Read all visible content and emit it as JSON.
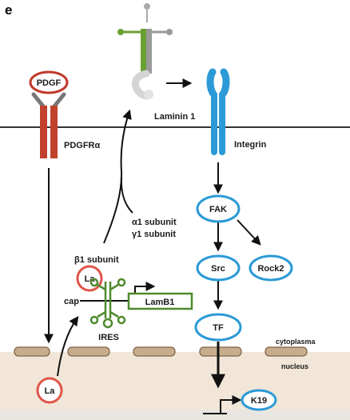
{
  "panel_letter": "e",
  "colors": {
    "pdgf_red": "#c0392b",
    "receptor_red": "#c2412d",
    "integrin_blue": "#2b9ad6",
    "laminin_green": "#6aa033",
    "laminin_gray": "#9a9a9a",
    "ires_green": "#4f8a2d",
    "nucleus_fill": "#f1e6d8",
    "pore_fill": "#c8ad8d"
  },
  "labels": {
    "pdgf": "PDGF",
    "pdgfra": "PDGFRα",
    "laminin": "Laminin 1",
    "integrin": "Integrin",
    "alpha1": "α1 subunit",
    "gamma1": "γ1 subunit",
    "beta1": "β1 subunit",
    "la_top": "La",
    "la_bottom": "La",
    "cap": "cap",
    "ires": "IRES",
    "lamb1": "LamB1",
    "fak": "FAK",
    "src": "Src",
    "rock2": "Rock2",
    "tf": "TF",
    "k19": "K19",
    "cytoplasma": "cytoplasma",
    "nucleus": "nucleus"
  }
}
